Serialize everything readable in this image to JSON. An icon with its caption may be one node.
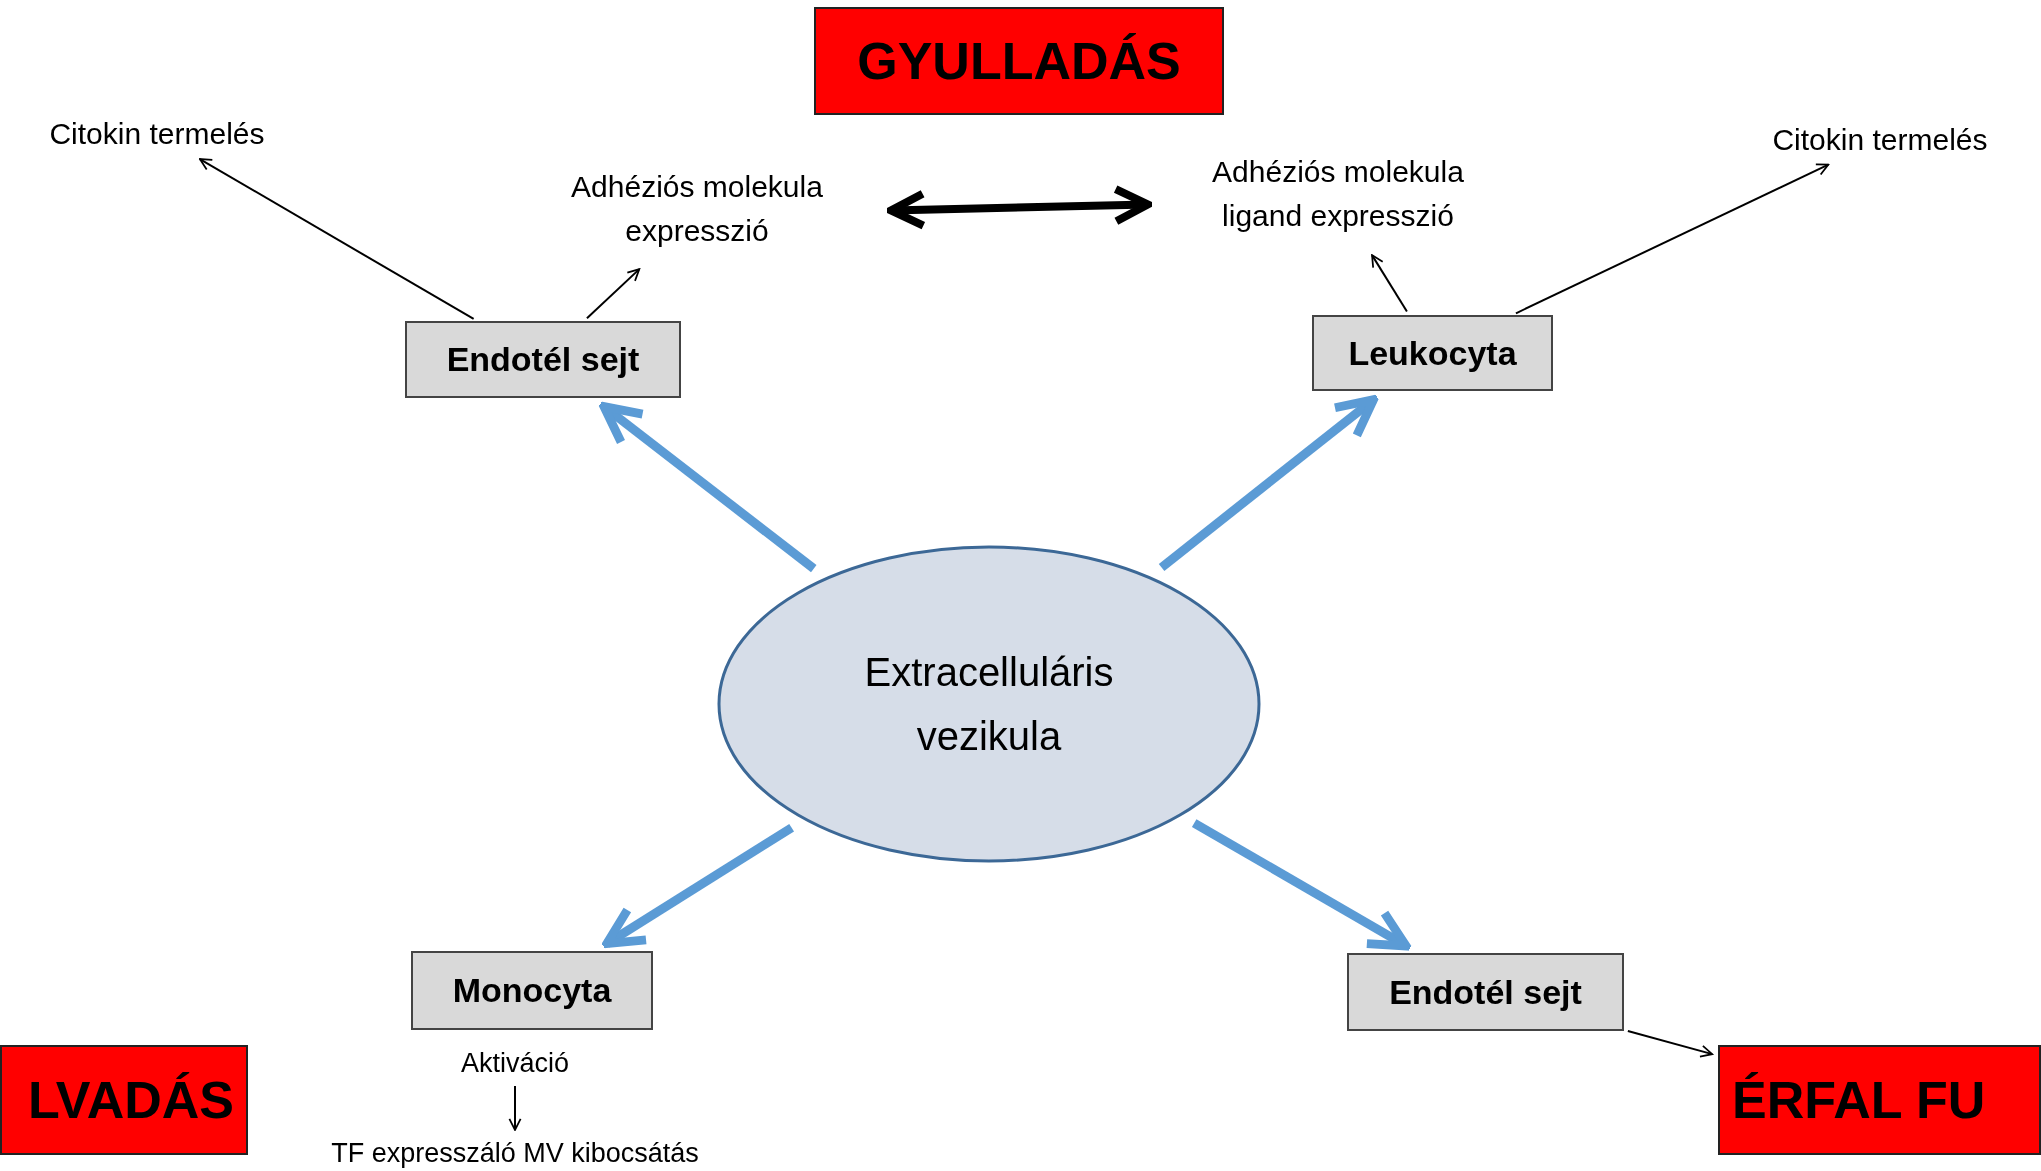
{
  "diagram": {
    "nodes": [
      {
        "text": [
          "GYULLADÁS"
        ]
      },
      {
        "text": [
          "Citokin termelés"
        ]
      },
      {
        "text": [
          "Adhéziós molekula expresszió"
        ]
      },
      {
        "text": [
          "Adhéziós molekula ligand expresszió"
        ]
      },
      {
        "text": [
          "Citokin termelés"
        ]
      },
      {
        "text": [
          "Endotél sejt"
        ]
      },
      {
        "text": [
          "Leukocyta"
        ]
      },
      {
        "text": [
          "Extracelluláris vezikula"
        ]
      },
      {
        "text": [
          "Monocyta"
        ]
      },
      {
        "text": [
          "Endotél sejt"
        ]
      },
      {
        "text": [
          "Aktiváció"
        ]
      },
      {
        "text": [
          "TF expresszáló MV kibocsátás"
        ]
      },
      {
        "text": [
          "LVADÁS"
        ]
      },
      {
        "text": [
          "ÉRFAL FU"
        ]
      }
    ],
    "edges": [
      {
        "from": 5,
        "to": 1,
        "arrow": "to"
      },
      {
        "from": 5,
        "to": 2,
        "arrow": "to"
      },
      {
        "from": 6,
        "to": 3,
        "arrow": "to"
      },
      {
        "from": 6,
        "to": 4,
        "arrow": "to"
      },
      {
        "from": 2,
        "to": 3,
        "arrow": "both",
        "style": "thick"
      },
      {
        "from": 7,
        "to": 5,
        "arrow": "to",
        "style": "thick",
        "color": "#5b9bd5"
      },
      {
        "from": 7,
        "to": 6,
        "arrow": "to",
        "style": "thick",
        "color": "#5b9bd5"
      },
      {
        "from": 7,
        "to": 8,
        "arrow": "to",
        "style": "thick",
        "color": "#5b9bd5"
      },
      {
        "from": 7,
        "to": 9,
        "arrow": "to",
        "style": "thick",
        "color": "#5b9bd5"
      },
      {
        "from": 10,
        "to": 11,
        "arrow": "to"
      },
      {
        "from": 9,
        "to": 13,
        "arrow": "to"
      }
    ]
  }
}
